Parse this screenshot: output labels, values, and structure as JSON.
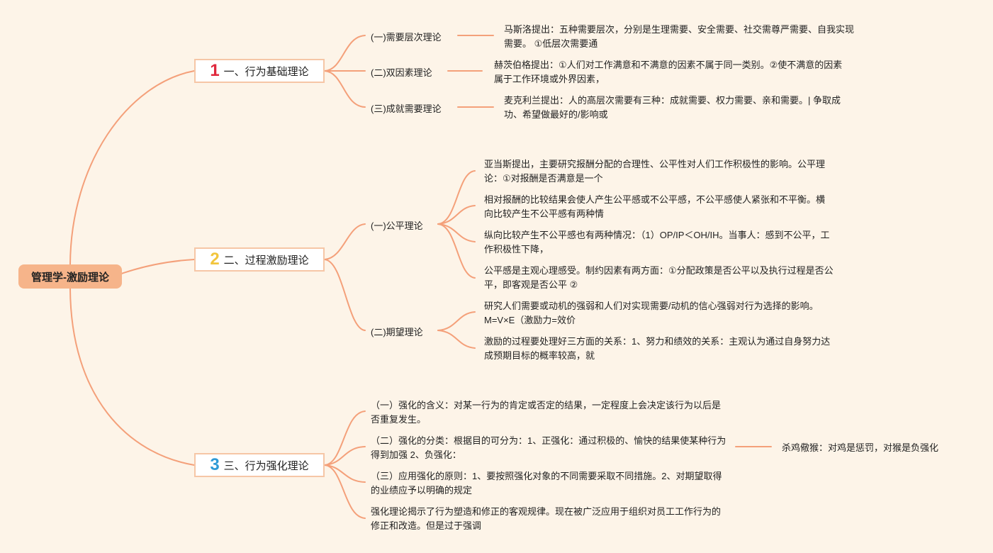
{
  "root": {
    "label": "管理学-激励理论"
  },
  "branches": [
    {
      "num": "1",
      "num_color": "#e0283c",
      "label": "一、行为基础理论",
      "subs": [
        {
          "label": "(一)需要层次理论",
          "leaf": "马斯洛提出：五种需要层次，分别是生理需要、安全需要、社交需尊严需要、自我实现需要。 ①低层次需要通"
        },
        {
          "label": "(二)双因素理论",
          "leaf": "赫茨伯格提出：①人们对工作满意和不满意的因素不属于同一类别。②使不满意的因素属于工作环境或外界因素，"
        },
        {
          "label": "(三)成就需要理论",
          "leaf": "麦克利兰提出：人的高层次需要有三种：成就需要、权力需要、亲和需要。| 争取成功、希望做最好的/影响或"
        }
      ]
    },
    {
      "num": "2",
      "num_color": "#f2c53d",
      "label": "二、过程激励理论",
      "subs": [
        {
          "label": "(一)公平理论",
          "leaves": [
            "亚当斯提出，主要研究报酬分配的合理性、公平性对人们工作积极性的影响。公平理论：①对报酬是否满意是一个",
            "相对报酬的比较结果会使人产生公平感或不公平感，不公平感使人紧张和不平衡。横向比较产生不公平感有两种情",
            "纵向比较产生不公平感也有两种情况：（1）OP/IP＜OH/IH。当事人：感到不公平，工作积极性下降，",
            "公平感是主观心理感受。制约因素有两方面：①分配政策是否公平以及执行过程是否公平，即客观是否公平 ②"
          ]
        },
        {
          "label": "(二)期望理论",
          "leaves": [
            "研究人们需要或动机的强弱和人们对实现需要/动机的信心强弱对行为选择的影响。M=V×E（激励力=效价",
            "激励的过程要处理好三方面的关系：1、努力和绩效的关系：主观认为通过自身努力达成预期目标的概率较高，就"
          ]
        }
      ]
    },
    {
      "num": "3",
      "num_color": "#2e9ad6",
      "label": "三、行为强化理论",
      "leaves": [
        "（一）强化的含义：对某一行为的肯定或否定的结果，一定程度上会决定该行为以后是否重复发生。",
        "（二）强化的分类：根据目的可分为：1、正强化：通过积极的、愉快的结果使某种行为得到加强 2、负强化：",
        "（三）应用强化的原则：1、要按照强化对象的不同需要采取不同措施。2、对期望取得的业绩应予以明确的规定",
        "强化理论揭示了行为塑造和修正的客观规律。现在被广泛应用于组织对员工工作行为的修正和改造。但是过于强调"
      ],
      "extra": "杀鸡儆猴：对鸡是惩罚，对猴是负强化"
    }
  ],
  "colors": {
    "edge": "#f4a07a",
    "root": "#f6b48a",
    "background": "#fdf4e8"
  }
}
